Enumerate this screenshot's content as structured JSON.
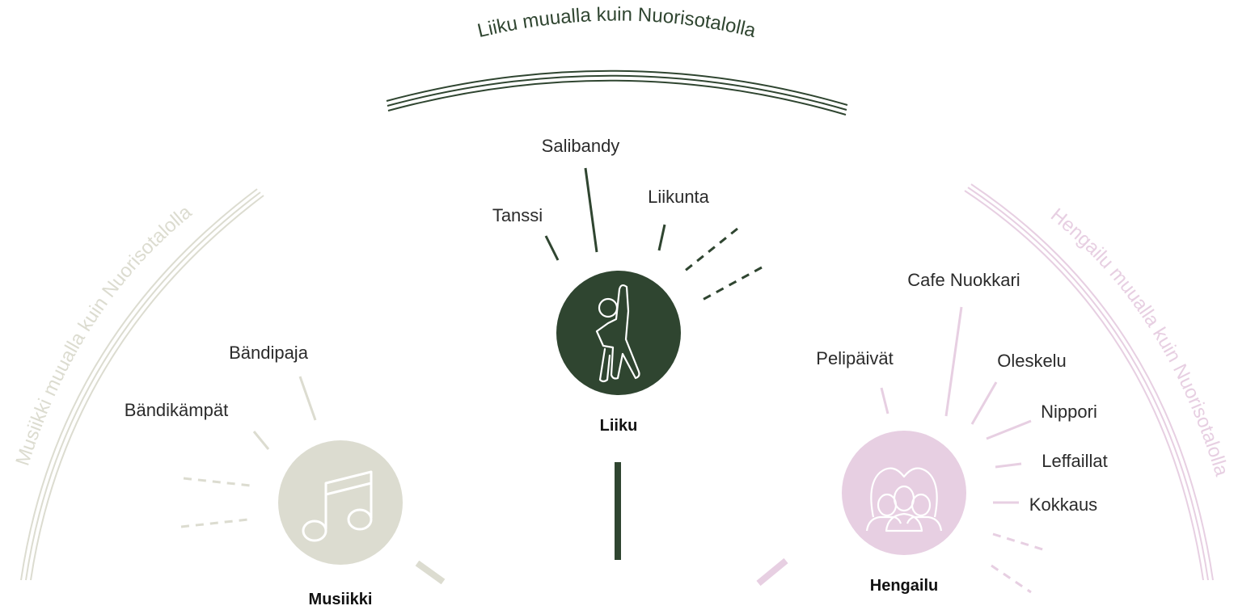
{
  "colors": {
    "liiku": "#2f4530",
    "musiikki": "#dcdcd0",
    "hengailu": "#e7cfe2",
    "text": "#2b2b2b"
  },
  "arcs": {
    "top": "Liiku muualla kuin Nuorisotalolla",
    "left": "Musiikki muualla kuin Nuorisotalolla",
    "right": "Hengailu muualla kuin Nuorisotalolla"
  },
  "hubs": {
    "liiku": {
      "title": "Liiku",
      "icon": "person-stretching-icon"
    },
    "musiikki": {
      "title": "Musiikki",
      "icon": "music-note-icon"
    },
    "hengailu": {
      "title": "Hengailu",
      "icon": "group-of-people-icon"
    }
  },
  "labels": {
    "liiku": [
      "Tanssi",
      "Salibandy",
      "Liikunta"
    ],
    "musiikki": [
      "Bändipaja",
      "Bändikämpät"
    ],
    "hengailu": [
      "Cafe Nuokkari",
      "Pelipäivät",
      "Oleskelu",
      "Nippori",
      "Leffaillat",
      "Kokkaus"
    ]
  }
}
